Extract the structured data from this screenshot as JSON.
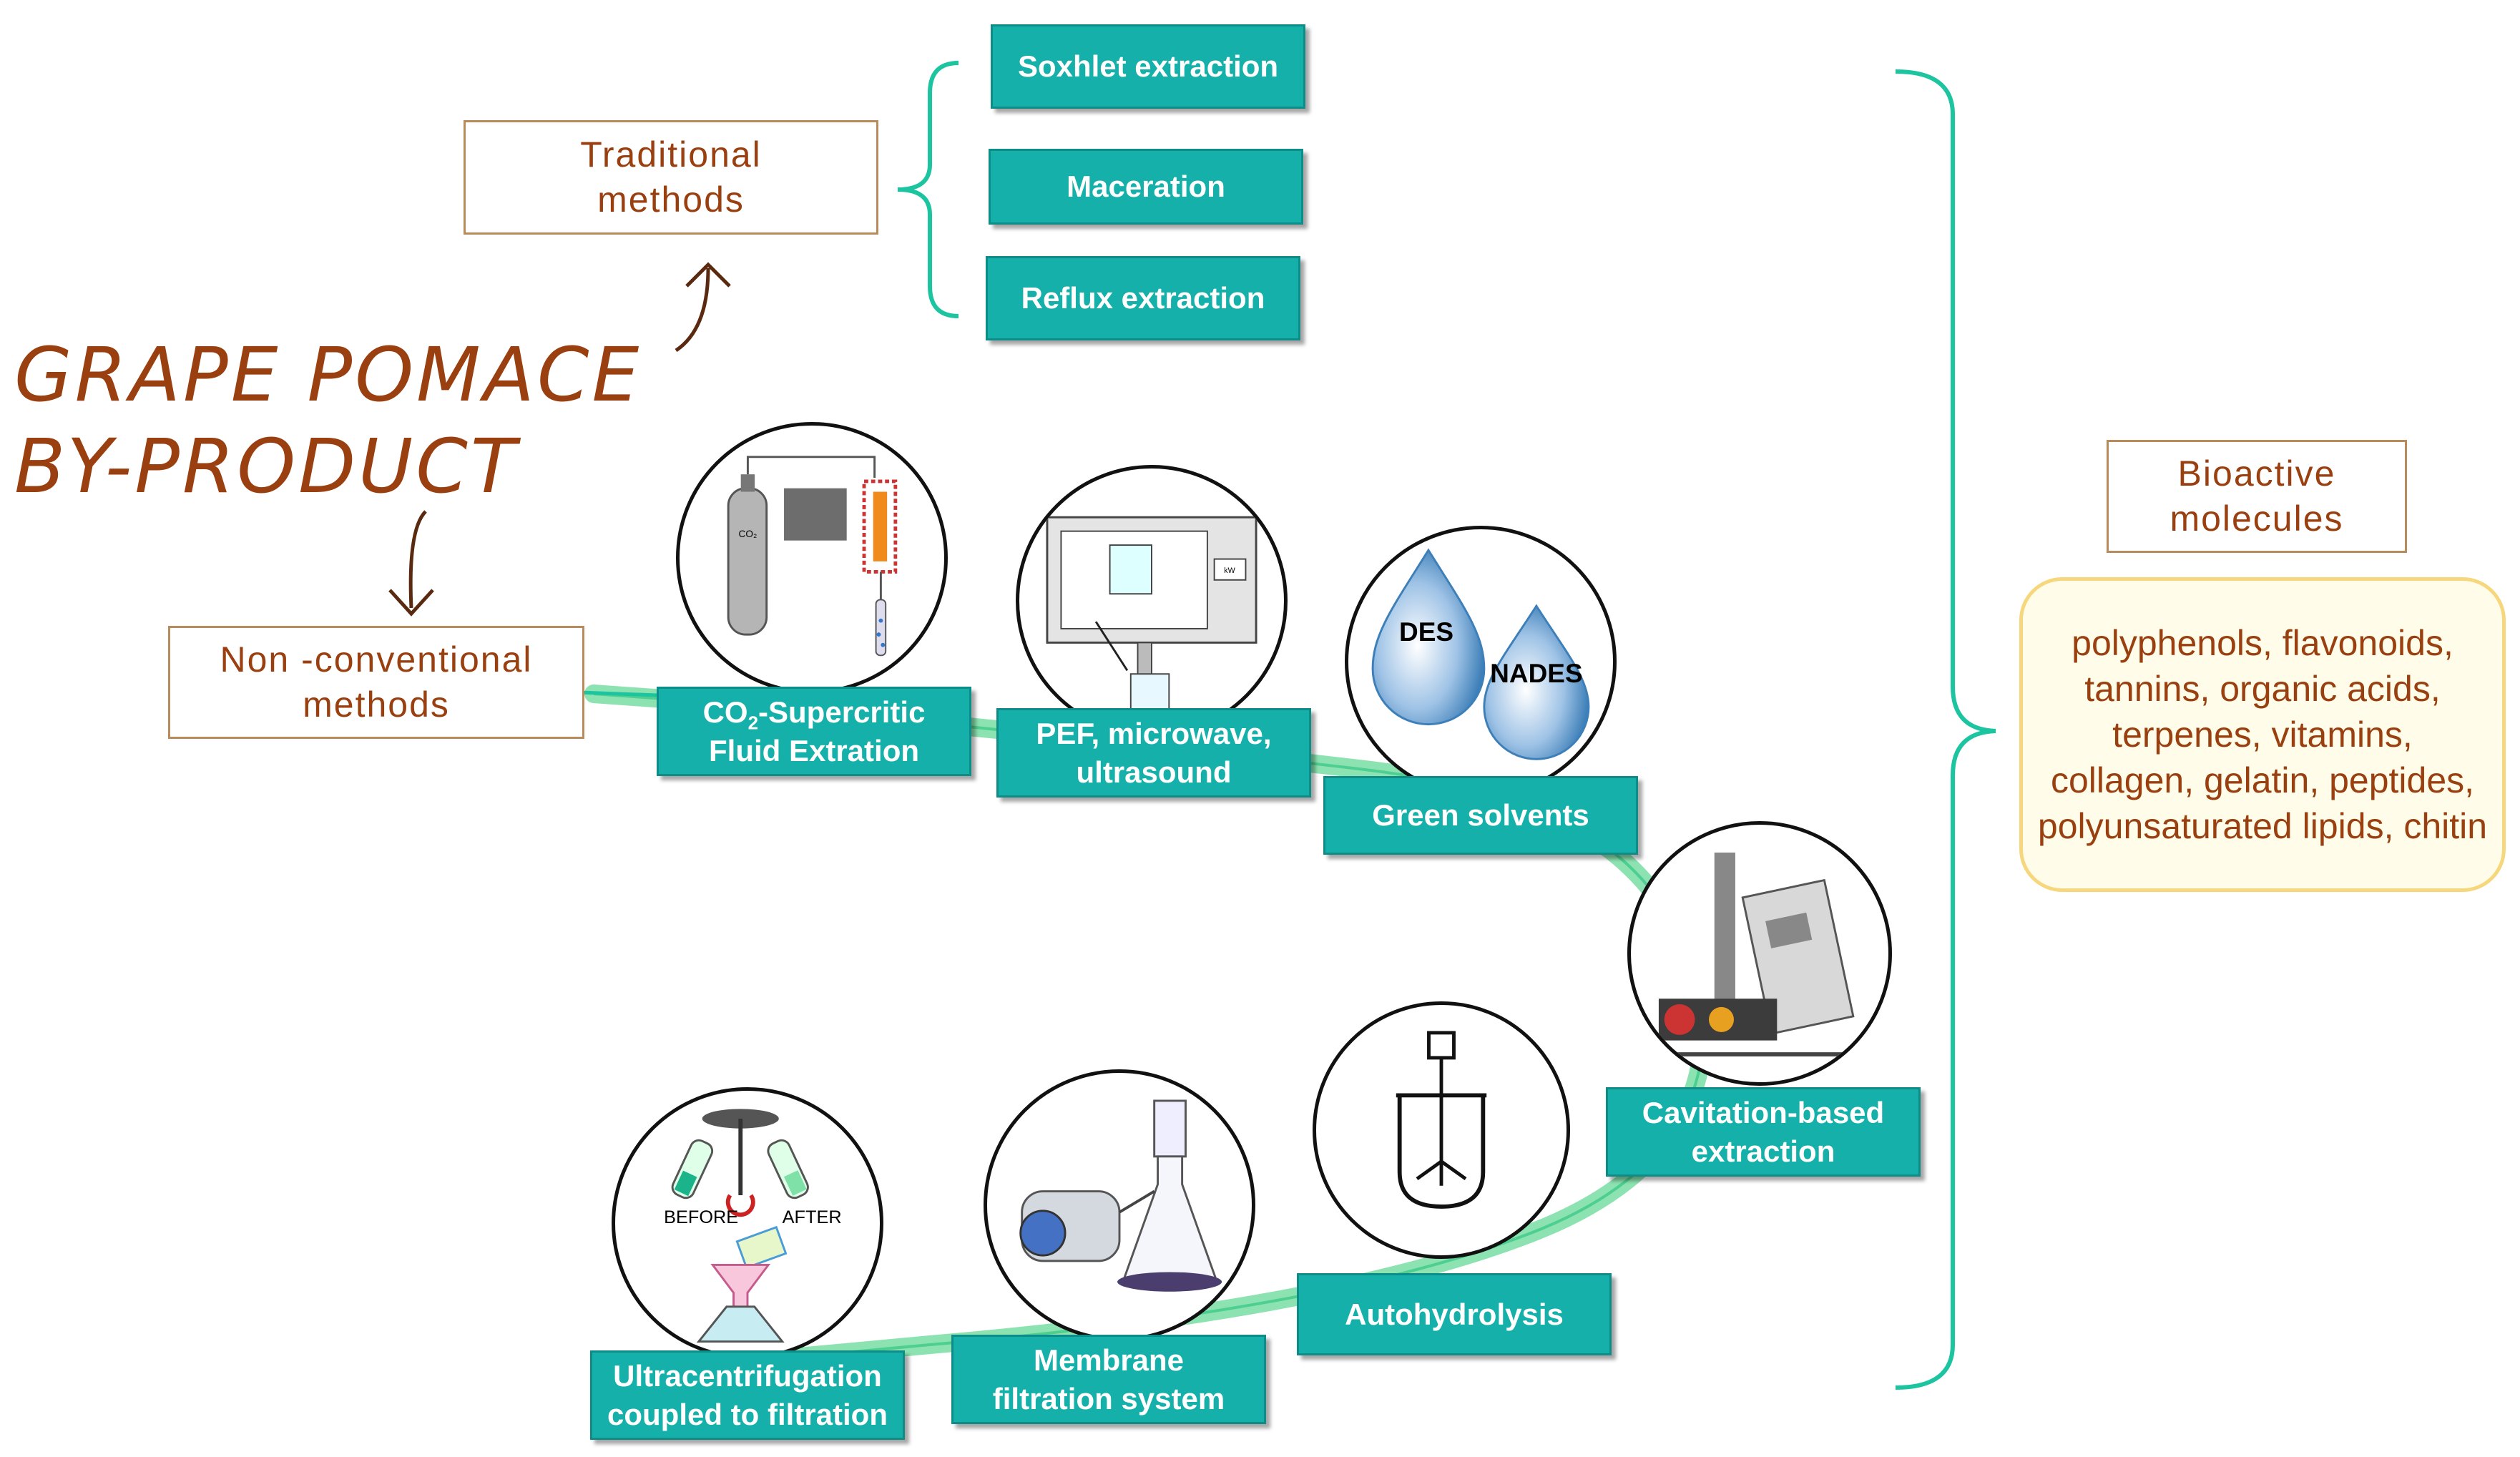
{
  "title": {
    "line1": "GRAPE POMACE",
    "line2": "BY-PRODUCT"
  },
  "traditional": {
    "label": "Traditional\nmethods",
    "items": [
      "Soxhlet extraction",
      "Maceration",
      "Reflux extraction"
    ]
  },
  "nonconventional": {
    "label": "Non -conventional\nmethods",
    "co2_prefix": "CO",
    "co2_sub": "2",
    "co2_suffix": "-Supercritic",
    "co2_line2": "Fluid Extration",
    "items": {
      "pef": "PEF, microwave, ultrasound",
      "green": "Green solvents",
      "cavitation": "Cavitation-based extraction",
      "autohydrolysis": "Autohydrolysis",
      "membrane": "Membrane filtration system",
      "ultracentrifugation": "Ultracentrifugation coupled to filtration"
    }
  },
  "icons": {
    "co2_tank_label": "CO₂",
    "des": "DES",
    "nades": "NADES",
    "before": "BEFORE",
    "after": "AFTER",
    "monitor_label": "kW"
  },
  "bioactive": {
    "label": "Bioactive\nmolecules",
    "list": "polyphenols, flavonoids, tannins, organic acids, terpenes, vitamins, collagen, gelatin, peptides, polyunsaturated lipids, chitin"
  },
  "colors": {
    "teal": "#14b0a9",
    "brown_text": "#9a3f10",
    "box_border": "#b98a5a",
    "ribbon": "#7fe0a8",
    "bracket": "#1cc4a0",
    "mol_fill": "#fffde9",
    "mol_border": "#f6d77d"
  }
}
